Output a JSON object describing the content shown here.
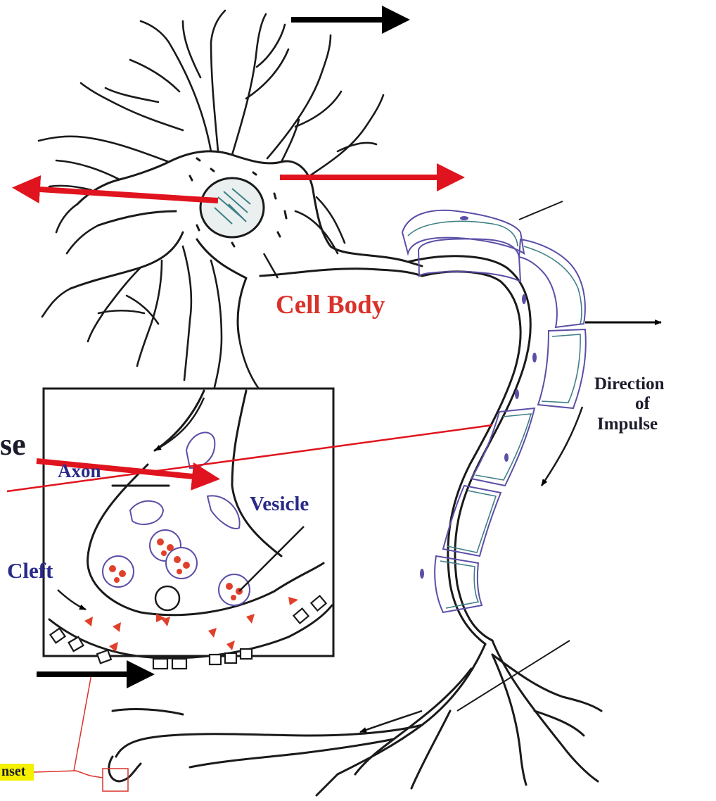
{
  "labels": {
    "cell_body": "Cell Body",
    "direction_line1": "Direction",
    "direction_line2": "of",
    "direction_line3": "Impulse",
    "axon": "Axon",
    "vesicle": "Vesicle",
    "cleft": "Cleft",
    "se_fragment": "se",
    "inset": "nset"
  },
  "colors": {
    "ink": "#1a1a1a",
    "red_arrow": "#e0141e",
    "black_arrow": "#000000",
    "label_red": "#d9322a",
    "label_blue": "#2a2a8a",
    "myelin": "#5a4fa6",
    "myelin_inner": "#3f7f86",
    "neurotransmitter": "#e0402a",
    "inset_highlight": "#f4f000"
  }
}
